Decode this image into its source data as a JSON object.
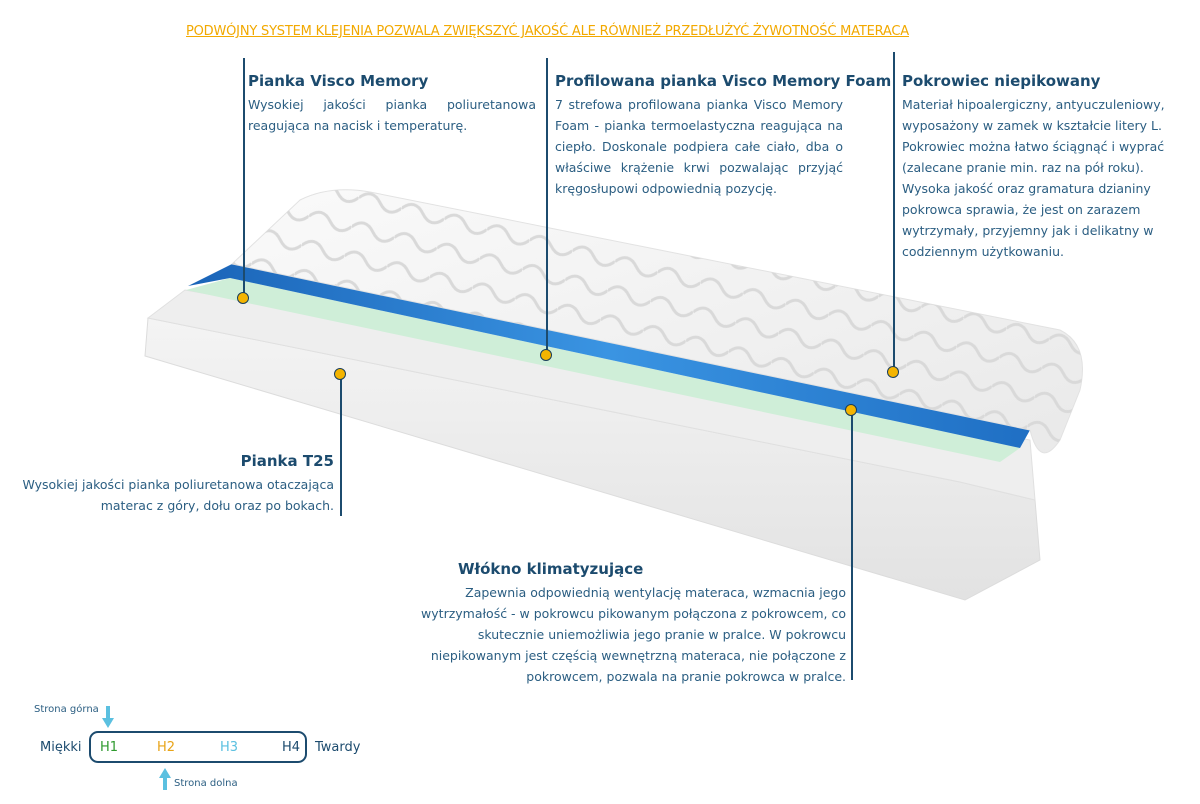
{
  "headline": "PODWÓJNY SYSTEM KLEJENIA POZWALA ZWIĘKSZYĆ JAKOŚĆ ALE RÓWNIEŻ PRZEDŁUŻYĆ ŻYWOTNOŚĆ MATERACA",
  "callouts": {
    "visco": {
      "title": "Pianka Visco Memory",
      "text": "Wysokiej jakości pianka poliuretanowa reagująca na nacisk i temperaturę."
    },
    "profiled": {
      "title": "Profilowana pianka Visco Memory Foam",
      "text": "7 strefowa profilowana pianka Visco Memory Foam - pianka termoelastyczna reagująca na ciepło.  Doskonale podpiera całe ciało, dba o właściwe krążenie krwi pozwalając przyjąć kręgosłupowi odpowiednią pozycję."
    },
    "cover": {
      "title": "Pokrowiec  niepikowany",
      "text": "Materiał hipoalergiczny, antyuczuleniowy, wyposażony w zamek w kształcie litery L. Pokrowiec można łatwo ściągnąć i wyprać (zalecane pranie min.  raz na pół roku). Wysoka jakość oraz gramatura dzianiny pokrowca sprawia, że jest on zarazem wytrzymały, przyjemny jak i delikatny w codziennym użytkowaniu."
    },
    "t25": {
      "title": "Pianka T25",
      "text": "Wysokiej jakości pianka poliuretanowa otaczająca materac z góry, dołu oraz po bokach."
    },
    "fiber": {
      "title": "Włókno klimatyzujące",
      "text": "Zapewnia odpowiednią wentylację materaca, wzmacnia jego wytrzymałość - w pokrowcu pikowanym połączona z pokrowcem, co skutecznie uniemożliwia jego pranie w pralce. W pokrowcu niepikowanym jest częścią wewnętrzną materaca, nie połączone z pokrowcem, pozwala na pranie pokrowca w pralce."
    }
  },
  "scale": {
    "top_side": "Strona górna",
    "bottom_side": "Strona dolna",
    "soft": "Miękki",
    "hard": "Twardy",
    "levels": [
      {
        "label": "H1",
        "color": "#2e9a2e"
      },
      {
        "label": "H2",
        "color": "#e8a317"
      },
      {
        "label": "H3",
        "color": "#5bc0e0"
      },
      {
        "label": "H4",
        "color": "#1c4b6e"
      }
    ]
  },
  "colors": {
    "headline": "#f2a900",
    "accent": "#1c4b6e",
    "dot": "#f4b400",
    "visco_layer": "#1f74c8",
    "fiber_layer": "#cfeed8"
  }
}
